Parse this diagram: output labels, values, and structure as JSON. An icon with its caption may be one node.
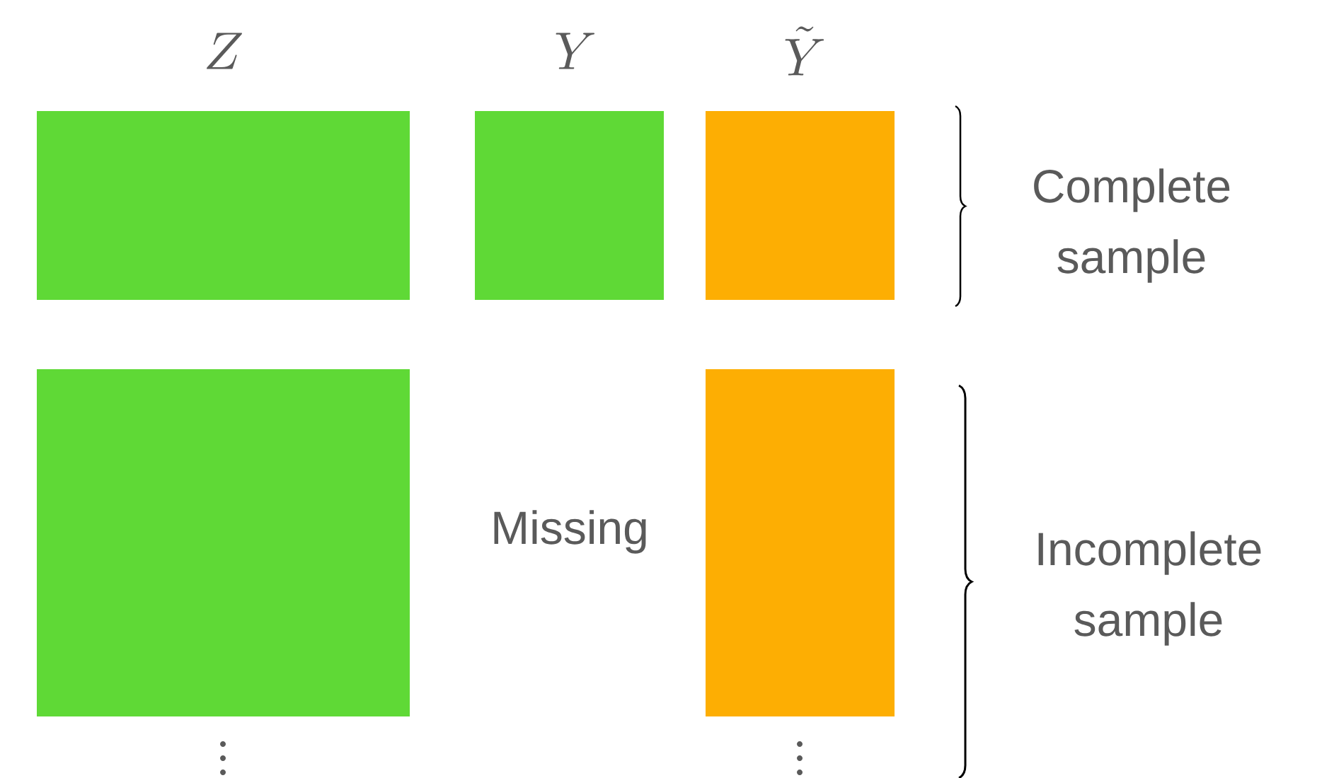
{
  "diagram": {
    "nodes": [
      {
        "text": [],
        "shape": "box"
      },
      {
        "text": [],
        "shape": "box"
      },
      {
        "text": [],
        "shape": "box"
      },
      {
        "text": [],
        "shape": "box"
      },
      {
        "text": [],
        "shape": "box"
      }
    ],
    "labels": [
      "Z",
      "Y",
      "\\tilde{Y}",
      "Complete sample",
      "Missing",
      "Incomplete sample"
    ]
  }
}
